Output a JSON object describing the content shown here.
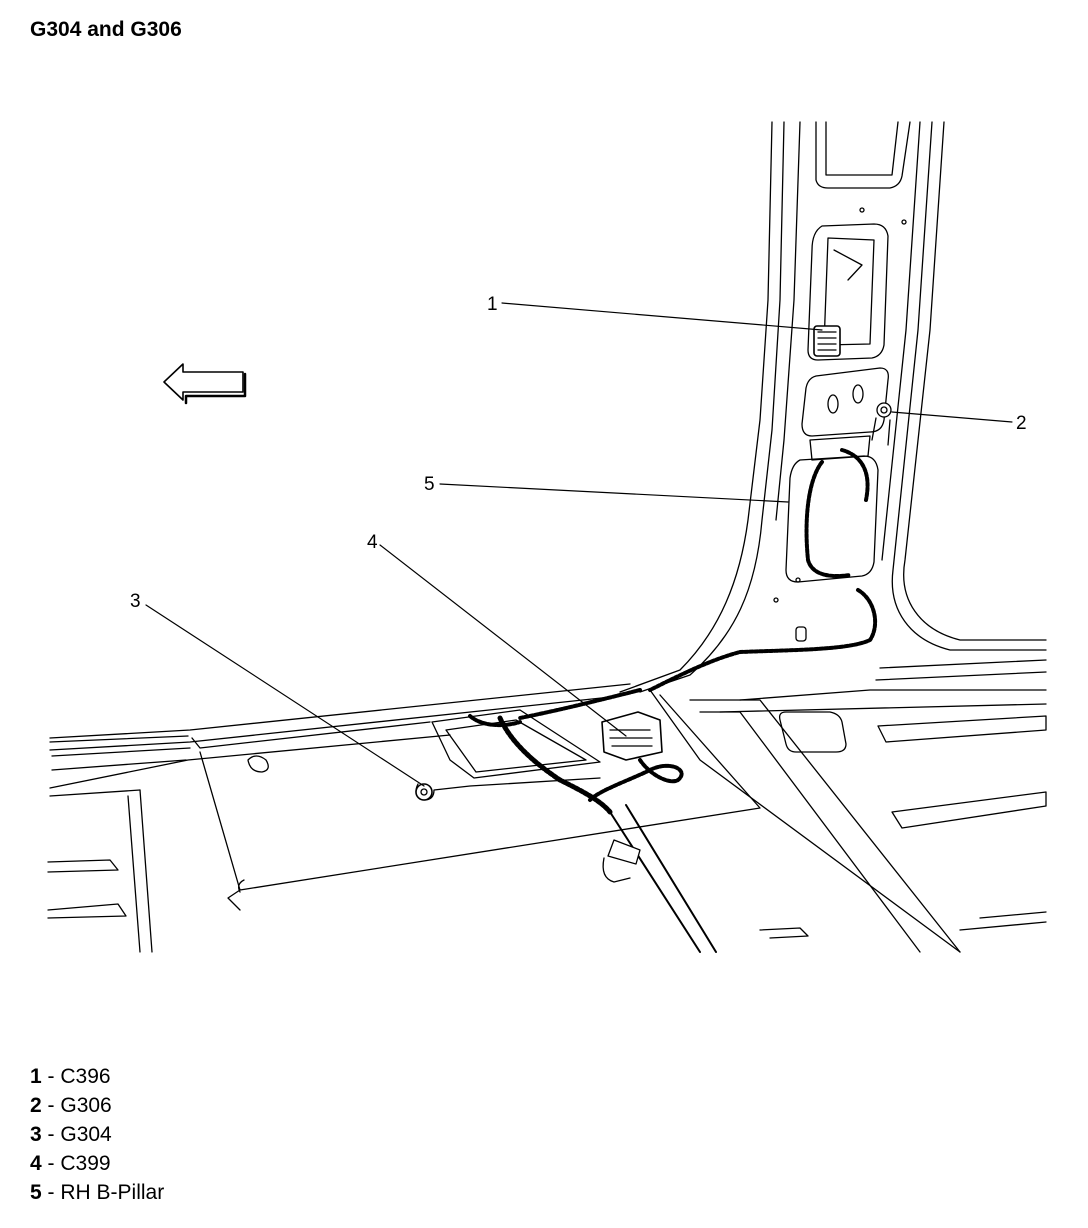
{
  "title": "G304 and G306",
  "callouts": [
    {
      "num": "1",
      "label": "C396"
    },
    {
      "num": "2",
      "label": "G306"
    },
    {
      "num": "3",
      "label": "G304"
    },
    {
      "num": "4",
      "label": "C399"
    },
    {
      "num": "5",
      "label": "RH B-Pillar"
    }
  ],
  "legend_separator": " - "
}
